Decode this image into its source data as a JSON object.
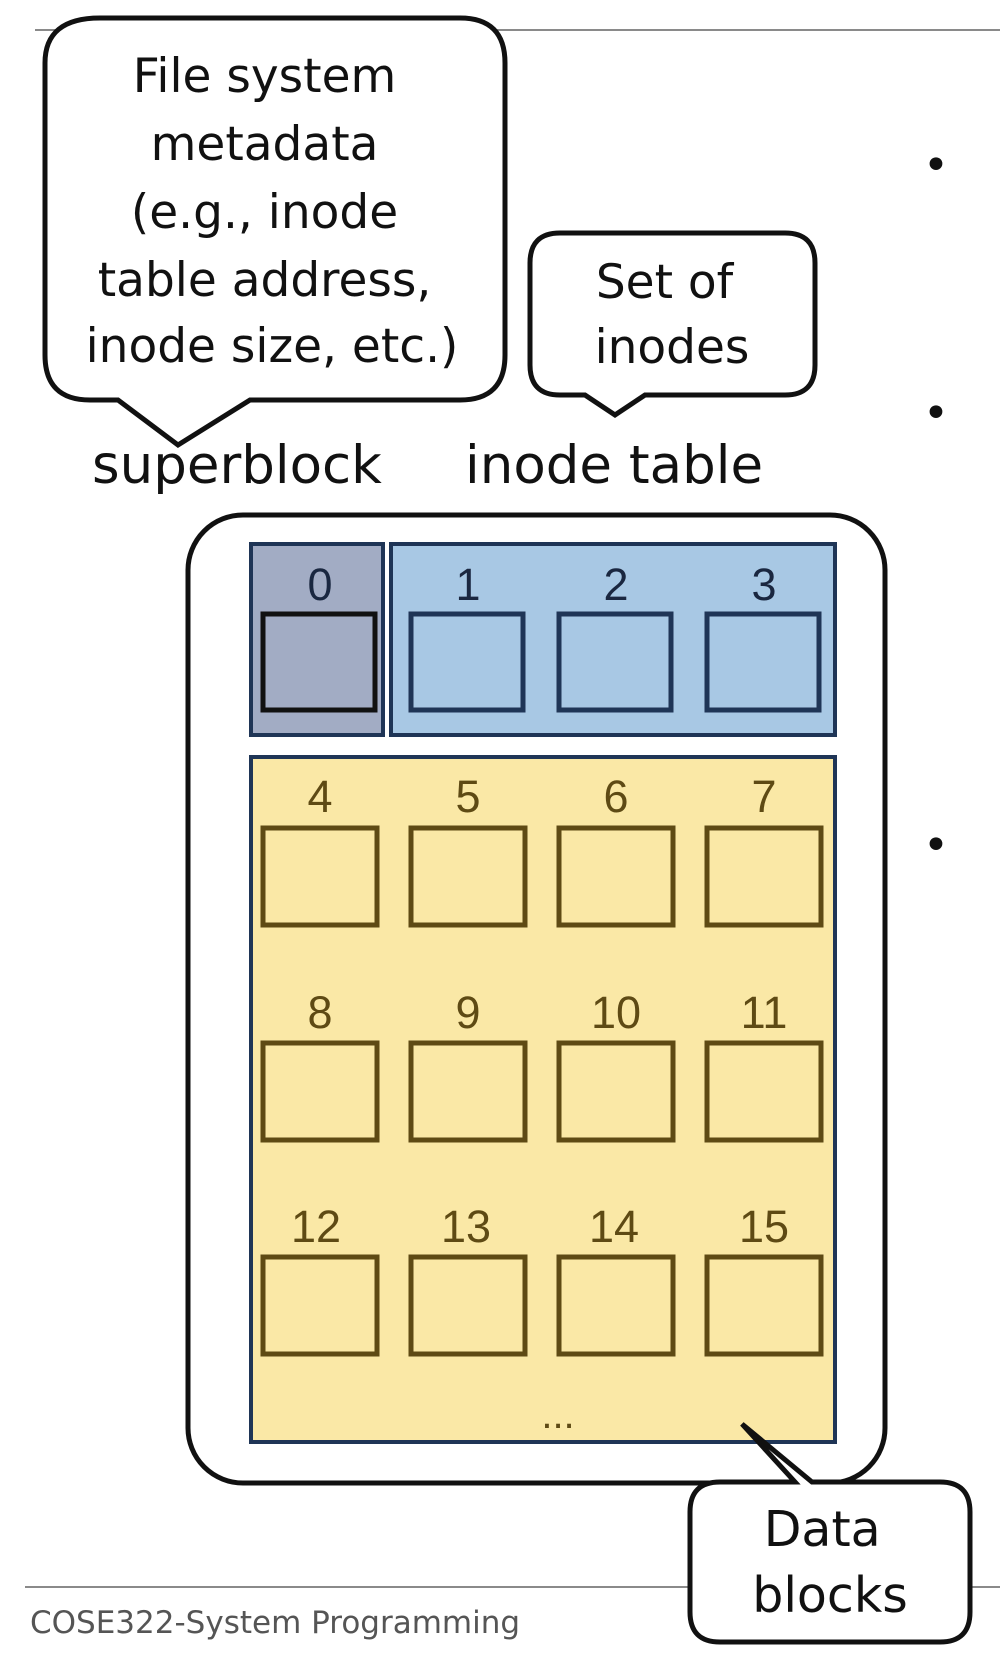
{
  "callouts": {
    "superblock_note": [
      "File system",
      "metadata",
      "(e.g., inode",
      "table address,",
      "inode size, etc.)"
    ],
    "inode_note": [
      "Set of",
      "inodes"
    ],
    "data_note": [
      "Data",
      "blocks"
    ]
  },
  "labels": {
    "superblock": "superblock",
    "inode_table": "inode table",
    "ellipsis": "..."
  },
  "blocks": [
    "0",
    "1",
    "2",
    "3",
    "4",
    "5",
    "6",
    "7",
    "8",
    "9",
    "10",
    "11",
    "12",
    "13",
    "14",
    "15"
  ],
  "bullets": [
    "•",
    "•",
    "•"
  ],
  "footer": {
    "course": "COSE322-System Programming"
  },
  "colors": {
    "superblock_fill": "#a2acc4",
    "inode_fill": "#a8c8e4",
    "data_fill": "#fae8a6",
    "region_stroke": "#1f3556",
    "data_block_stroke": "#5e4a14",
    "text_dark": "#111111"
  }
}
